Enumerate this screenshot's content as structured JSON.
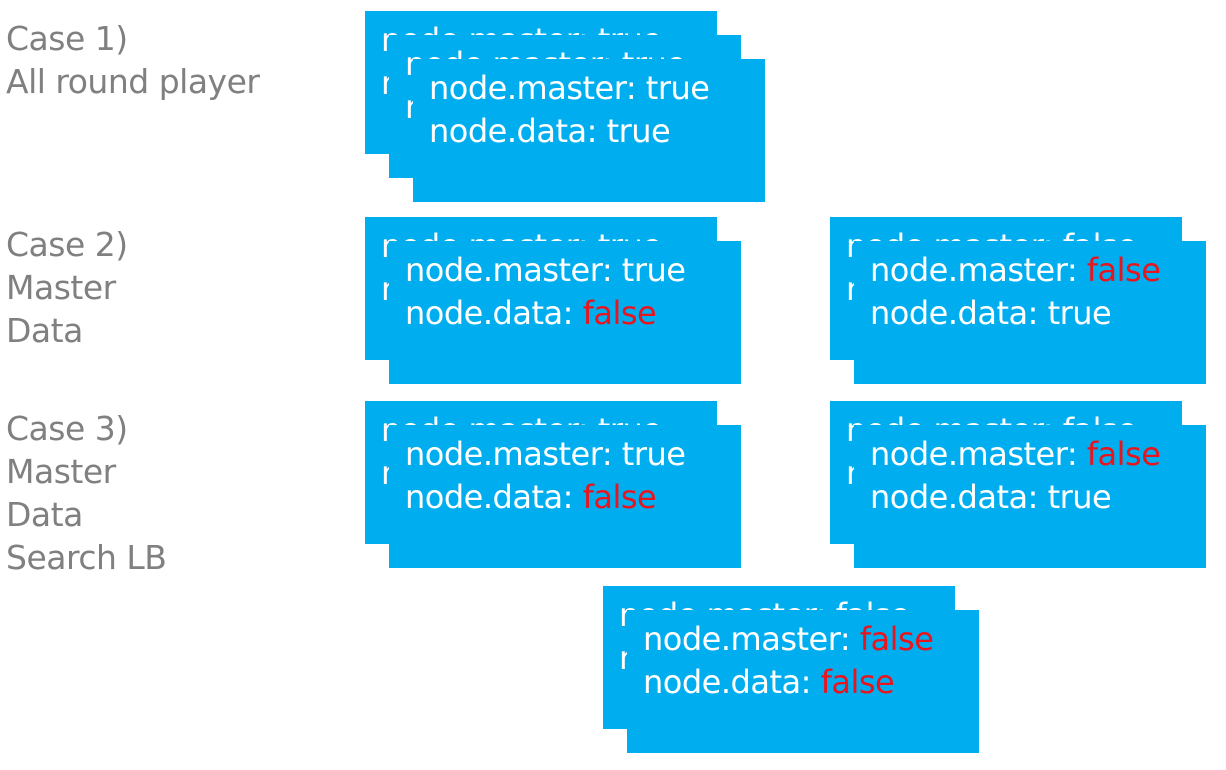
{
  "cases": [
    {
      "id": "case1",
      "lines": [
        "Case 1)",
        "All round player"
      ]
    },
    {
      "id": "case2",
      "lines": [
        "Case 2)",
        "Master",
        "Data"
      ]
    },
    {
      "id": "case3",
      "lines": [
        "Case 3)",
        "Master",
        "Data",
        "Search LB"
      ]
    }
  ],
  "nodes": {
    "all_round": {
      "master_key": "node.master:",
      "master_value": "true",
      "data_key": "node.data:",
      "data_value": "true"
    },
    "case2_master": {
      "master_key": "node.master:",
      "master_value": "true",
      "data_key": "node.data:",
      "data_value": "false"
    },
    "case2_data": {
      "master_key": "node.master:",
      "master_value": "false",
      "data_key": "node.data:",
      "data_value": "true"
    },
    "case3_master": {
      "master_key": "node.master:",
      "master_value": "true",
      "data_key": "node.data:",
      "data_value": "false"
    },
    "case3_data": {
      "master_key": "node.master:",
      "master_value": "false",
      "data_key": "node.data:",
      "data_value": "true"
    },
    "case3_search_lb": {
      "master_key": "node.master:",
      "master_value": "false",
      "data_key": "node.data:",
      "data_value": "false"
    }
  },
  "colors": {
    "card_background": "#00aeef",
    "card_text": "#ffffff",
    "false_value": "#e8141e",
    "label_text": "#808080"
  }
}
